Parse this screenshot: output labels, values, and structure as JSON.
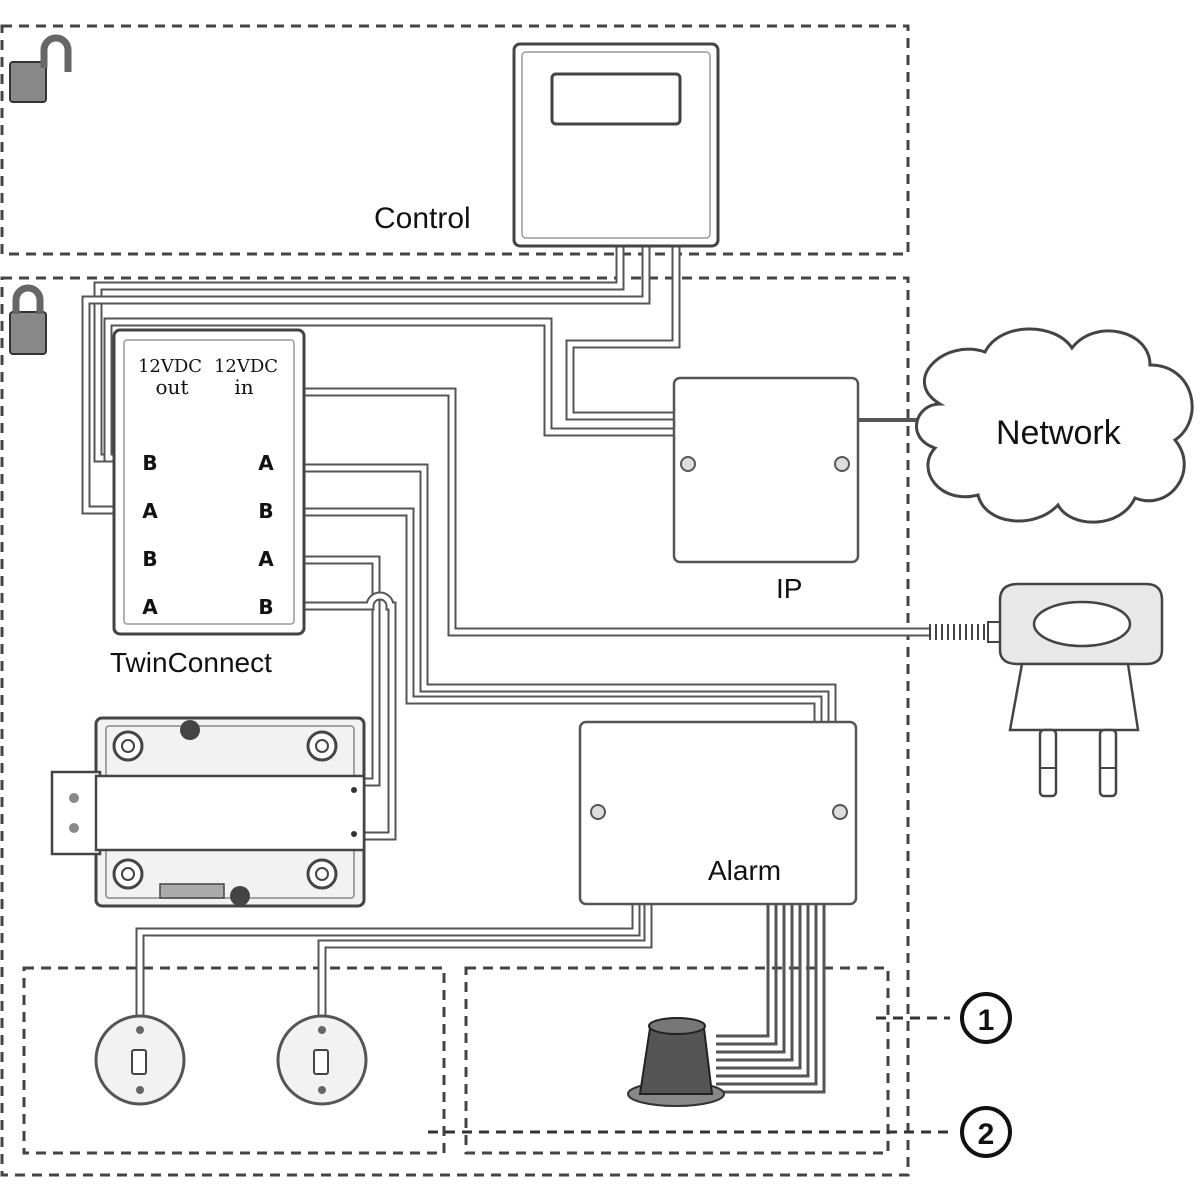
{
  "labels": {
    "control": "Control",
    "network": "Network",
    "ip": "IP",
    "twinconnect": "TwinConnect",
    "alarm": "Alarm"
  },
  "twinconnect": {
    "col_out_line1": "12VDC",
    "col_out_line2": "out",
    "col_in_line1": "12VDC",
    "col_in_line2": "in",
    "left_terminals": [
      "B",
      "A",
      "B",
      "A"
    ],
    "right_terminals": [
      "A",
      "B",
      "A",
      "B"
    ]
  },
  "callouts": {
    "zone_1": "1",
    "zone_2": "2"
  },
  "icons": {
    "unlocked_zone": "padlock-open-icon",
    "locked_zone": "padlock-closed-icon"
  }
}
